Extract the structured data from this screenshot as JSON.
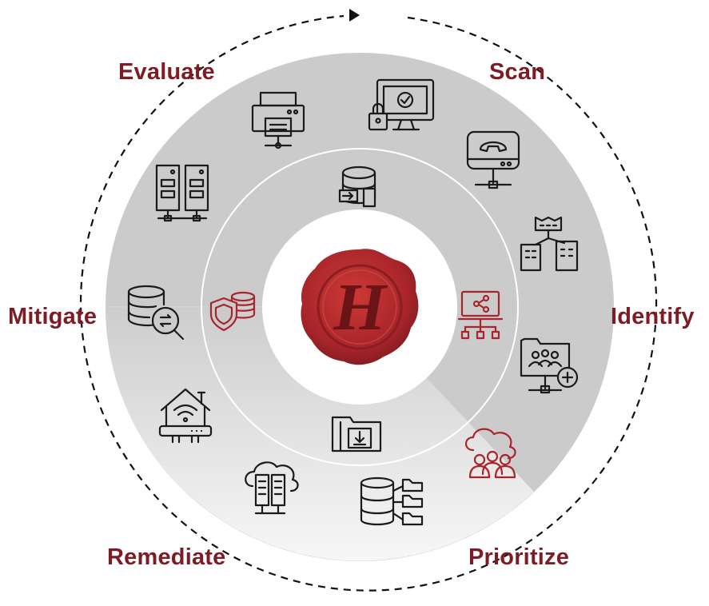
{
  "colors": {
    "accent": "#7c1d25",
    "icon_dark": "#1b1b1b",
    "icon_accent": "#a8252c",
    "ring_gray": "#c9c9c9",
    "ring_light": "#f3f3f3",
    "seal_red": "#b0262a"
  },
  "labels": {
    "evaluate": "Evaluate",
    "scan": "Scan",
    "identify": "Identify",
    "prioritize": "Prioritize",
    "remediate": "Remediate",
    "mitigate": "Mitigate"
  },
  "center_logo": {
    "icon": "wax-seal-letter-h-logo",
    "letter": "H"
  },
  "outer_icons": [
    "printer-network-icon",
    "locked-monitor-icon",
    "network-phone-icon",
    "factory-buildings-icon",
    "folder-team-add-icon",
    "cloud-team-icon",
    "database-folders-icon",
    "cloud-servers-icon",
    "wifi-house-router-icon",
    "database-search-icon",
    "server-racks-icon"
  ],
  "inner_icons": [
    "database-transfer-icon",
    "laptop-hierarchy-icon",
    "folder-download-icon",
    "shield-coins-icon"
  ]
}
